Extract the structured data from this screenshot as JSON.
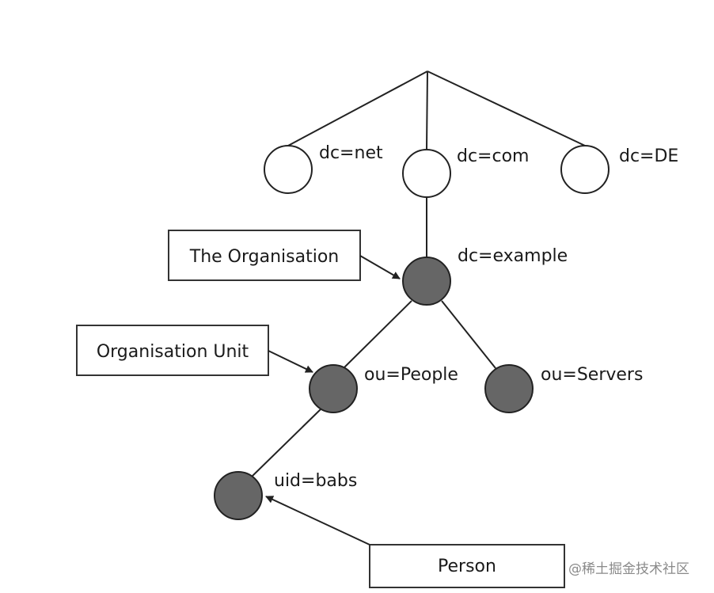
{
  "colors": {
    "line": "#222222",
    "empty_node_fill": "#ffffff",
    "filled_node_fill": "#666666",
    "box_stroke": "#333333",
    "watermark": "#8a8a8a"
  },
  "nodes": {
    "net": {
      "label": "dc=net"
    },
    "com": {
      "label": "dc=com"
    },
    "de": {
      "label": "dc=DE"
    },
    "example": {
      "label": "dc=example"
    },
    "people": {
      "label": "ou=People"
    },
    "servers": {
      "label": "ou=Servers"
    },
    "babs": {
      "label": "uid=babs"
    }
  },
  "boxes": {
    "organisation": {
      "label": "The Organisation"
    },
    "unit": {
      "label": "Organisation Unit"
    },
    "person": {
      "label": "Person"
    }
  },
  "watermark": {
    "text": "@稀土掘金技术社区"
  }
}
